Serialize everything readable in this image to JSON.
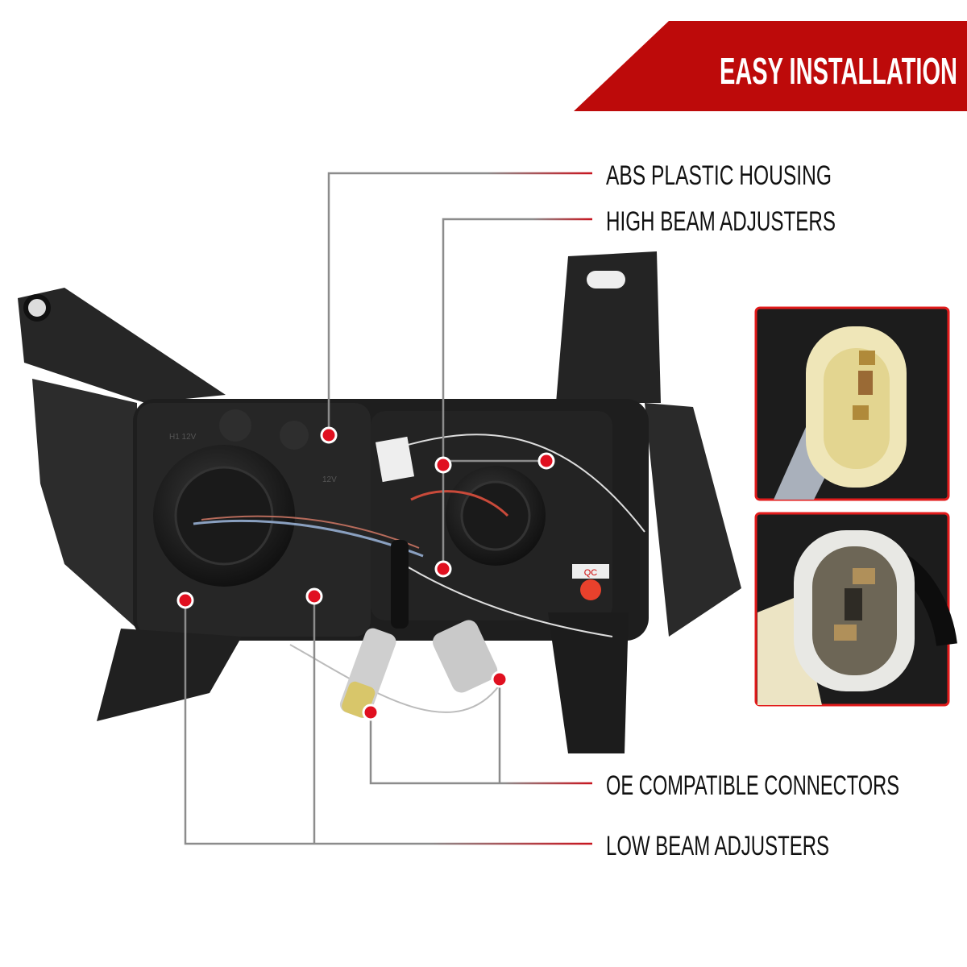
{
  "banner": {
    "title": "EASY INSTALLATION",
    "color": "#bd0a0a"
  },
  "callouts": [
    {
      "label": "ABS PLASTIC HOUSING"
    },
    {
      "label": "HIGH BEAM ADJUSTERS"
    },
    {
      "label": "OE COMPATIBLE CONNECTORS"
    },
    {
      "label": "LOW BEAM ADJUSTERS"
    }
  ],
  "colors": {
    "leader_gray": "#8c8c8c",
    "leader_red": "#c8141e",
    "marker_red": "#e01020",
    "inset_border": "#e21b1b",
    "housing": "#1e1e1e"
  },
  "product_markings": {
    "bulb_left": "H1 12V",
    "bulb_right": "12V",
    "qc": "QC"
  }
}
